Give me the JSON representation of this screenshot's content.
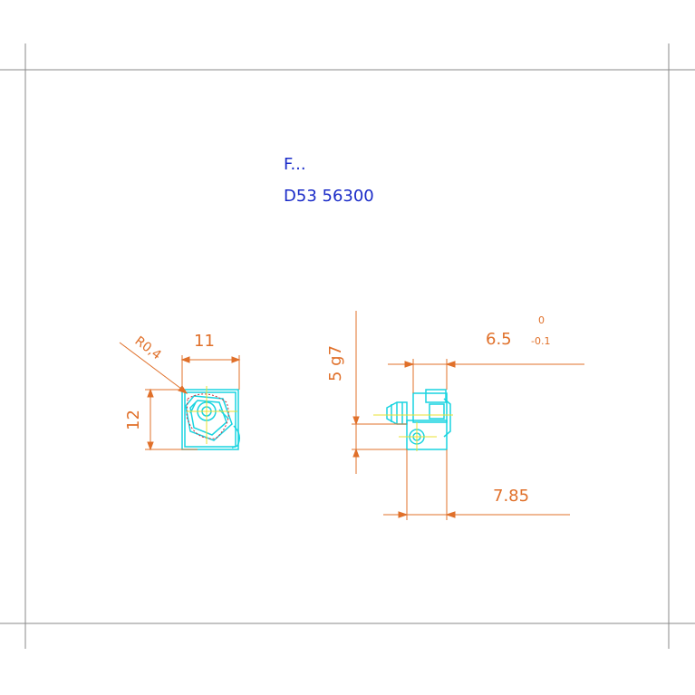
{
  "title_block": {
    "line1": "F...",
    "line2": "D53  56300"
  },
  "left_view": {
    "radius_label": "R0,4",
    "width_label": "11",
    "height_label": "12"
  },
  "right_view": {
    "top_dim_label": "6.5",
    "top_tol_upper": "0",
    "top_tol_lower": "-0.1",
    "vertical_dim_label": "5 g7",
    "bottom_dim_label": "7.85"
  },
  "colors": {
    "frame": "#8a8a8a",
    "dimension": "#e0702a",
    "title_text": "#1a2bc8",
    "part_outline": "#19d4e0",
    "center_line": "#e8e030",
    "hidden_detail": "#cc3344"
  }
}
